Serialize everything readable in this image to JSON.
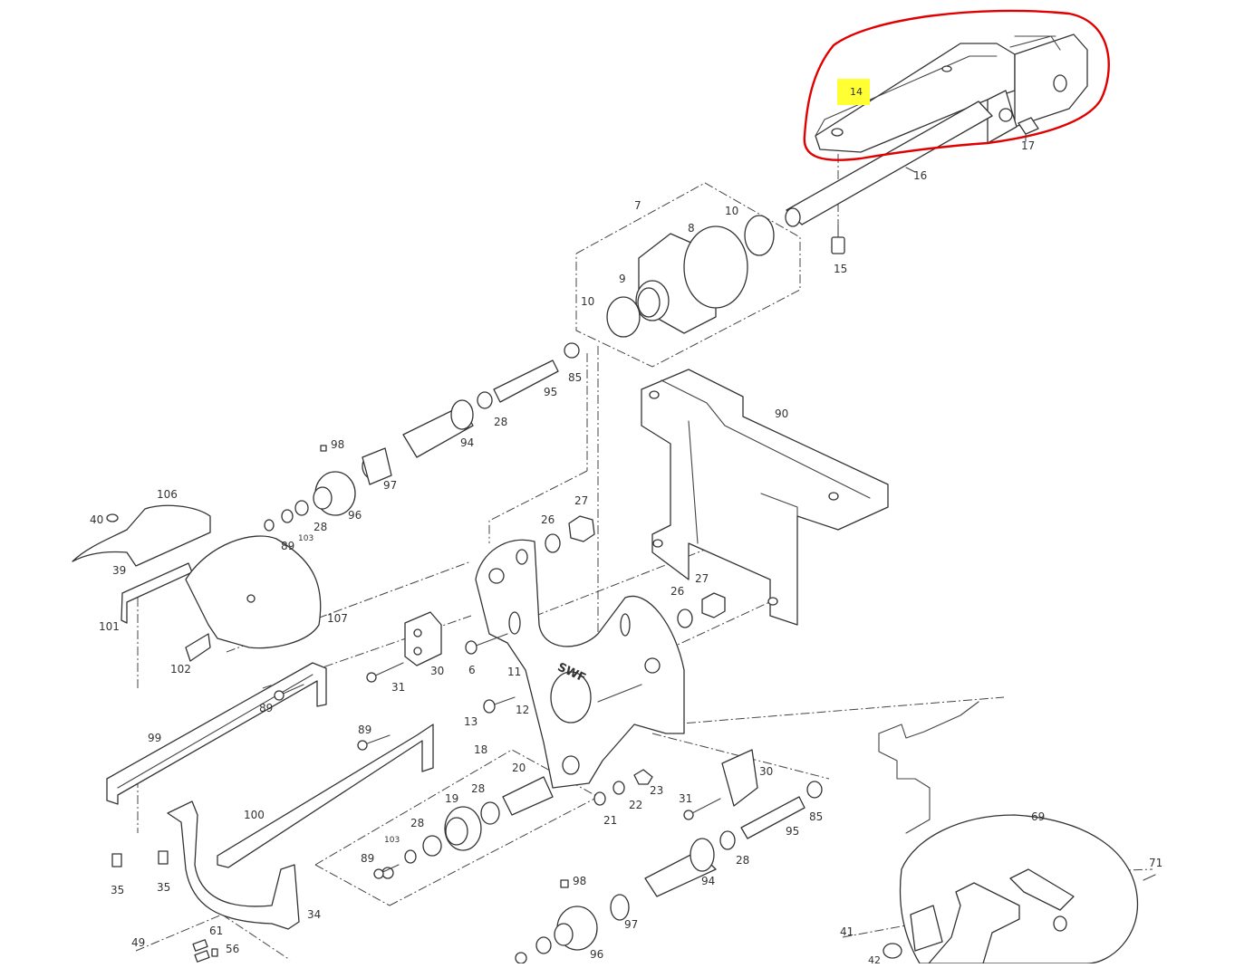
{
  "highlight_label": "14",
  "callouts": {
    "n1": "7",
    "n2": "8",
    "n3": "10",
    "n4": "9",
    "n5": "10",
    "n6": "16",
    "n7": "15",
    "n8": "17",
    "n9": "85",
    "n10": "95",
    "n11": "28",
    "n12": "94",
    "n13": "98",
    "n14": "97",
    "n15": "96",
    "n16": "28",
    "n17": "103",
    "n18": "89",
    "n19": "106",
    "n20": "40",
    "n21": "39",
    "n22": "101",
    "n23": "107",
    "n24": "102",
    "n25": "90",
    "n26": "27",
    "n27": "26",
    "n28": "27",
    "n29": "26",
    "n30": "30",
    "n31": "31",
    "n32": "6",
    "n33": "11",
    "n34": "12",
    "n35": "13",
    "n36": "89",
    "n37": "99",
    "n38": "89",
    "n39": "18",
    "n40": "20",
    "n41": "19",
    "n42": "28",
    "n43": "28",
    "n44": "103",
    "n45": "89",
    "n46": "23",
    "n47": "22",
    "n48": "21",
    "n49": "30",
    "n50": "31",
    "n51": "85",
    "n52": "95",
    "n53": "28",
    "n54": "94",
    "n55": "98",
    "n56": "97",
    "n57": "96",
    "n58": "100",
    "n59": "35",
    "n60": "35",
    "n61": "34",
    "n62": "49",
    "n63": "61",
    "n64": "56",
    "n65": "69",
    "n66": "71",
    "n67": "41",
    "n68": "42"
  },
  "logo_text": "SWF",
  "colors": {
    "highlight": "#ffff33",
    "annotation": "#e00000",
    "line": "#333333"
  }
}
